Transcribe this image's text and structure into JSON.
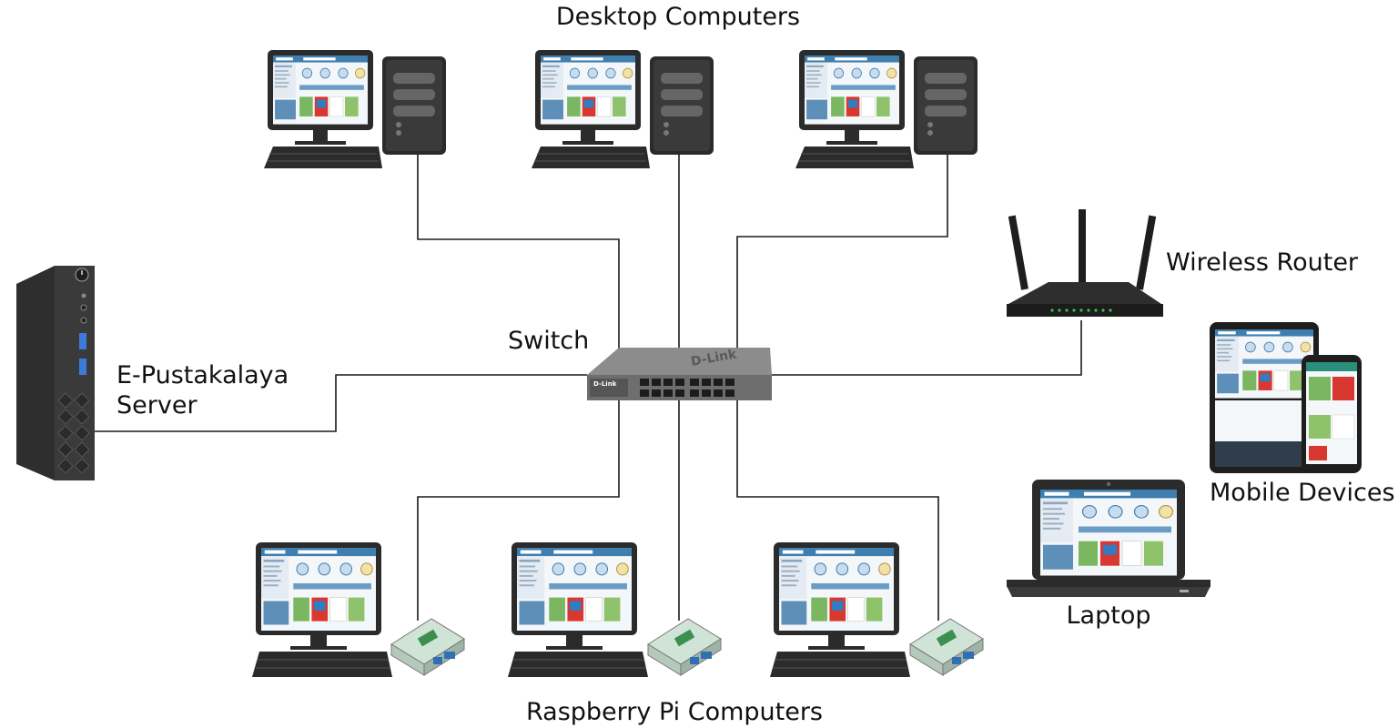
{
  "labels": {
    "desktops": "Desktop Computers",
    "router": "Wireless Router",
    "switch": "Switch",
    "server_line1": "E-Pustakalaya",
    "server_line2": "Server",
    "mobile": "Mobile Devices",
    "laptop": "Laptop",
    "raspberry": "Raspberry Pi Computers"
  },
  "device_logos": {
    "switch_brand": "D-Link"
  },
  "colors": {
    "line": "#1a1a1a",
    "device_dark": "#2b2b2b",
    "screen_header": "#3f7fb0",
    "screen_bg": "#f4f7fa",
    "switch_body": "#7a7a7a"
  }
}
